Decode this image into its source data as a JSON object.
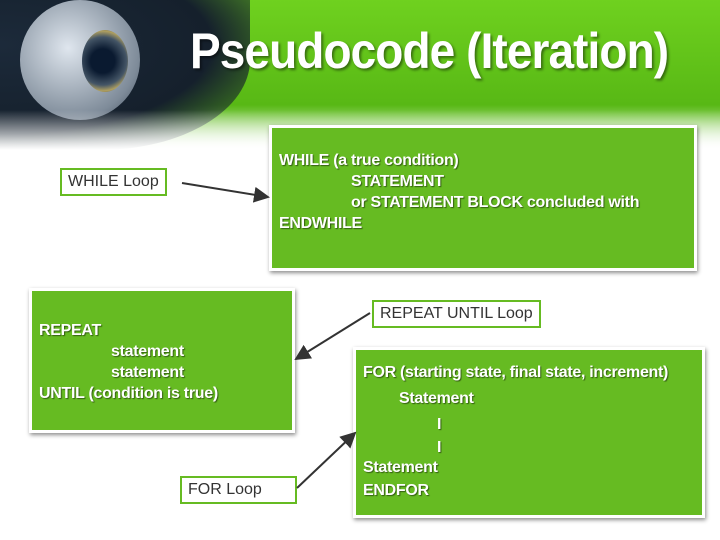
{
  "title": "Pseudocode (Iteration)",
  "while_box": {
    "lines": [
      "WHILE (a true condition)",
      "STATEMENT",
      "or STATEMENT BLOCK concluded with",
      "ENDWHILE"
    ]
  },
  "repeat_box": {
    "lines": [
      "REPEAT",
      "statement",
      "statement",
      "UNTIL (condition is true)"
    ]
  },
  "for_box": {
    "lines": [
      "FOR  (starting state, final state, increment)",
      "Statement",
      "I",
      "I",
      "Statement",
      "ENDFOR"
    ]
  },
  "labels": {
    "while": "WHILE Loop",
    "repeat": "REPEAT UNTIL Loop",
    "for": "FOR Loop"
  },
  "colors": {
    "box": "#66bb22",
    "arrow": "#333333"
  }
}
